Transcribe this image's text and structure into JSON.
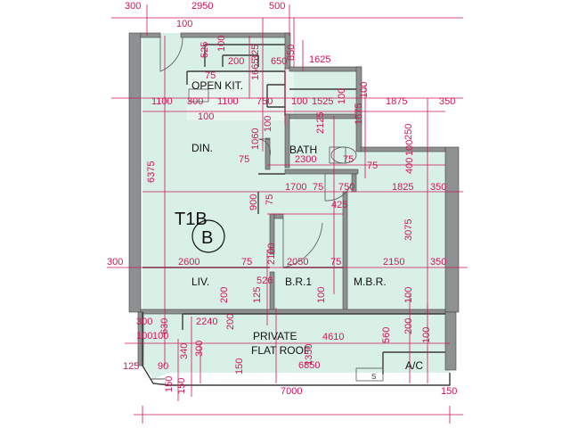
{
  "unit": {
    "code": "T1B",
    "letter": "B"
  },
  "rooms": {
    "open_kit": "OPEN KIT.",
    "din": "DIN.",
    "bath": "BATH",
    "liv": "LIV.",
    "br1": "B.R.1",
    "mbr": "M.B.R.",
    "roof_line1": "PRIVATE",
    "roof_line2": "FLAT ROOF",
    "ac": "A/C",
    "s_mark": "S"
  },
  "dims": {
    "top_300": "300",
    "top_2950": "2950",
    "top_500": "500",
    "k_100a": "100",
    "k_525": "525",
    "k_100b": "100",
    "k_200": "200",
    "k_75": "75",
    "k_1665": "1665",
    "k_325": "325",
    "k_650": "650",
    "k_850": "850",
    "k_1625": "1625",
    "r2_1100a": "1100",
    "r2_300": "300",
    "r2_1100b": "1100",
    "r2_750": "750",
    "r2_100": "100",
    "r2_1525": "1525",
    "r2_100b": "100",
    "r2_1875": "1875",
    "r2_350": "350",
    "r2_100c": "100",
    "r2_1675": "1675",
    "kit_100": "100",
    "b_2125": "2125",
    "b_1060": "1060",
    "b_100": "100",
    "b_250": "250",
    "left_6375": "6375",
    "m_75a": "75",
    "m_2300": "2300",
    "m_75b": "75",
    "m_75c": "75",
    "m_400": "400",
    "m_100": "100",
    "r4_1700": "1700",
    "r4_75": "75",
    "r4_750": "750",
    "r4_1825": "1825",
    "r4_350": "350",
    "r4_900": "900",
    "r4_75b": "75",
    "r4_425": "425",
    "r4_3075": "3075",
    "r5_300": "300",
    "r5_2600": "2600",
    "r5_75a": "75",
    "r5_2100": "2100",
    "r5_2050": "2050",
    "r5_75b": "75",
    "r5_2150": "2150",
    "r5_350": "350",
    "r6_526": "526",
    "r6_200": "200",
    "r6_125": "125",
    "r6_100a": "100",
    "r6_100b": "100",
    "r7_300": "300",
    "r7_2240": "2240",
    "r7_100": "100",
    "r7_630": "630",
    "r7_200": "200",
    "r7_4610": "4610",
    "r7_560": "560",
    "r7_200b": "200",
    "r8_100": "100",
    "r8_340": "340",
    "r8_300": "300",
    "r8_100b": "100",
    "r8_1350": "1350",
    "r8_6850": "6850",
    "r9_125": "125",
    "r9_90": "90",
    "r9_150": "150",
    "r10_150": "150",
    "r10_150b": "150",
    "bot_7000": "7000",
    "bot_150": "150"
  }
}
